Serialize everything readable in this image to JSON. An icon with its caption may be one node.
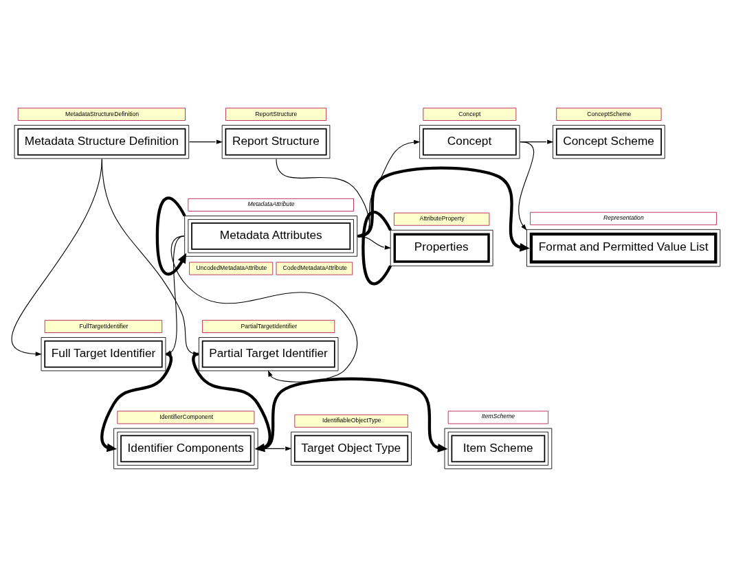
{
  "diagram": {
    "nodes": [
      {
        "text": [
          "Metadata Structure Definition"
        ],
        "beside": [
          "MetadataStructureDefinition"
        ]
      },
      {
        "text": [
          "Report Structure"
        ],
        "beside": [
          "ReportStructure"
        ]
      },
      {
        "text": [
          "Concept"
        ],
        "beside": [
          "Concept"
        ]
      },
      {
        "text": [
          "Concept Scheme"
        ],
        "beside": [
          "ConceptScheme"
        ]
      },
      {
        "text": [
          "Properties"
        ],
        "beside": [
          "AttributeProperty"
        ]
      },
      {
        "text": [
          "Metadata Attributes"
        ],
        "beside": [
          "MetadataAttribute",
          "UncodedMetadataAttribute",
          "CodedMetadataAttribute"
        ]
      },
      {
        "text": [
          "Format and Permitted Value List"
        ],
        "beside": [
          "Representation"
        ]
      },
      {
        "text": [
          "Full Target Identifier"
        ],
        "beside": [
          "FullTargetIdentifier"
        ]
      },
      {
        "text": [
          "Partial Target Identifier"
        ],
        "beside": [
          "PartialTargetIdentifier"
        ]
      },
      {
        "text": [
          "Target Object Type"
        ],
        "beside": [
          "IdentifiableObjectType"
        ]
      },
      {
        "text": [
          "Identifier Components"
        ],
        "beside": [
          "IdentifierComponent"
        ]
      },
      {
        "text": [
          "Item Scheme"
        ],
        "beside": [
          "ItemScheme"
        ]
      }
    ],
    "edges": [
      {
        "from": 0,
        "to": 1,
        "arrow": "to"
      },
      {
        "from": 1,
        "to": 5,
        "arrow": "to"
      },
      {
        "from": 5,
        "to": 2,
        "arrow": "to"
      },
      {
        "from": 2,
        "to": 3,
        "arrow": "to"
      },
      {
        "from": 2,
        "to": 6,
        "arrow": "to"
      },
      {
        "from": 5,
        "to": 6,
        "arrow": "to",
        "style": "thick"
      },
      {
        "from": 5,
        "to": 4,
        "arrow": "to"
      },
      {
        "from": 4,
        "to": 4,
        "arrow": "none",
        "style": "thick"
      },
      {
        "from": 5,
        "to": 5,
        "arrow": "to",
        "style": "thick"
      },
      {
        "from": 0,
        "to": 7,
        "arrow": "to"
      },
      {
        "from": 0,
        "to": 8,
        "arrow": "to"
      },
      {
        "from": 5,
        "to": 7,
        "arrow": "to"
      },
      {
        "from": 5,
        "to": 8,
        "arrow": "to"
      },
      {
        "from": 7,
        "to": 10,
        "arrow": "to",
        "style": "thick"
      },
      {
        "from": 8,
        "to": 10,
        "arrow": "to",
        "style": "thick"
      },
      {
        "from": 10,
        "to": 9,
        "arrow": "to"
      },
      {
        "from": 10,
        "to": 11,
        "arrow": "to",
        "style": "thick"
      }
    ]
  }
}
